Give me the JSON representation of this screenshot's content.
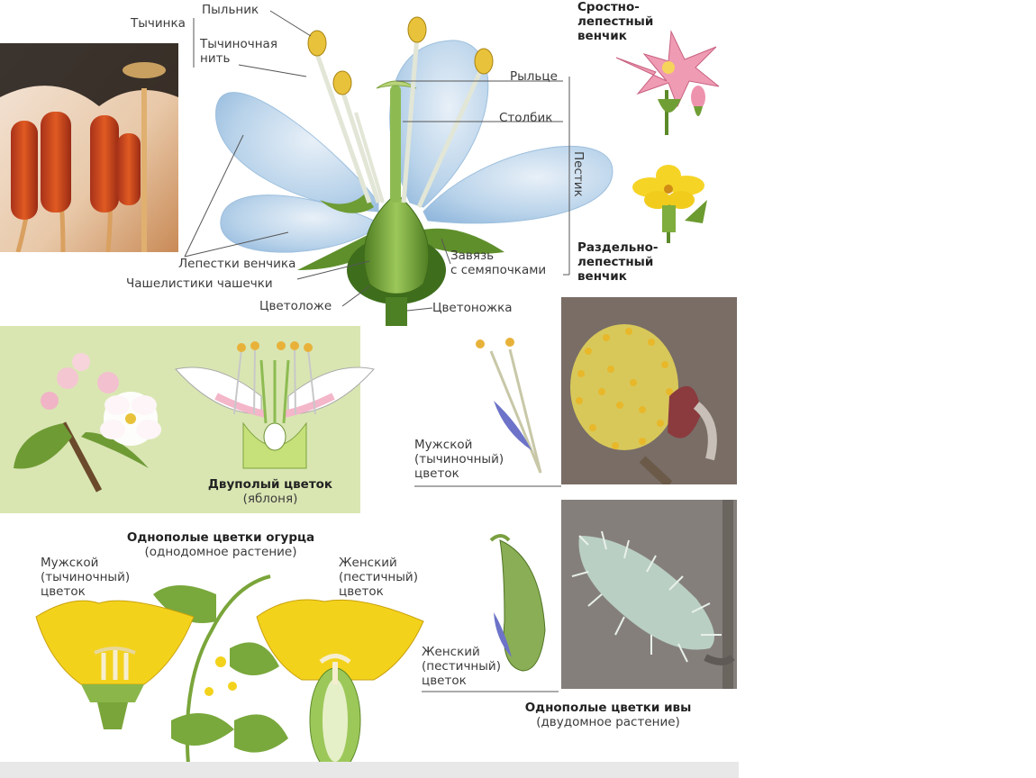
{
  "top_diagram": {
    "stamen_label": "Тычинка",
    "anther_label": "Пыльник",
    "filament_label": "Тычиночная\nнить",
    "stigma_label": "Рыльце",
    "style_label": "Столбик",
    "pistil_label": "Пестик",
    "ovary_label": "Завязь\nс семяпочками",
    "petals_label": "Лепестки венчика",
    "sepals_label": "Чашелистики чашечки",
    "receptacle_label": "Цветоложе",
    "pedicel_label": "Цветоножка",
    "sympetalous_label": "Сростно-\nлепестный\nвенчик",
    "choripetalous_label": "Раздельно-\nлепестный\nвенчик"
  },
  "apple_panel": {
    "title": "Двуполый цветок",
    "subtitle": "(яблоня)"
  },
  "willow_panel": {
    "male_label": "Мужской\n(тычиночный)\nцветок",
    "female_label": "Женский\n(пестичный)\nцветок",
    "title": "Однополые цветки ивы",
    "subtitle": "(двудомное растение)"
  },
  "cucumber_panel": {
    "title": "Однополые цветки огурца",
    "subtitle": "(однодомное растение)",
    "male_label": "Мужской\n(тычиночный)\nцветок",
    "female_label": "Женский\n(пестичный)\nцветок"
  },
  "colors": {
    "petal_blue": "#b9d3ea",
    "apple_panel_bg": "#d9e6b2",
    "pistil_green": "#8cb84a",
    "cucumber_yellow": "#f3d21c",
    "anther_yellow": "#e8c23a",
    "leader_line": "#555555"
  }
}
